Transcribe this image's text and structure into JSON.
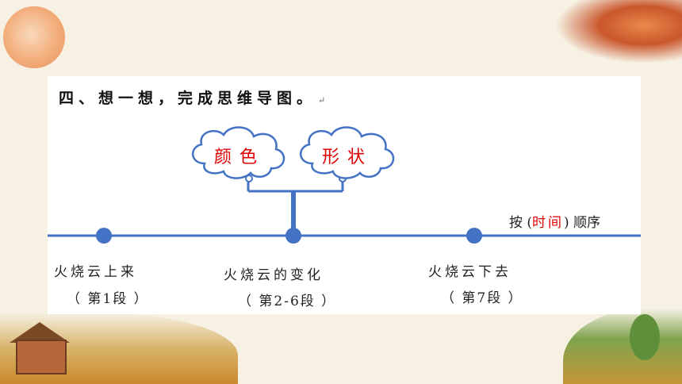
{
  "heading": "四、想一想，完成思维导图。",
  "heading_mark": "↵",
  "clouds": [
    {
      "text": "颜色"
    },
    {
      "text": "形状"
    }
  ],
  "order": {
    "prefix": "按",
    "open": "(",
    "answer": "时间",
    "close": ")",
    "suffix": "顺序"
  },
  "stages": [
    {
      "title": "火烧云上来",
      "segment": "（ 第1段 ）"
    },
    {
      "title": "火烧云的变化",
      "segment": "（ 第2-6段 ）"
    },
    {
      "title": "火烧云下去",
      "segment": "（ 第7段 ）"
    }
  ],
  "colors": {
    "line": "#4472c4",
    "answer": "#e00000",
    "cloud_border": "#4472c4"
  }
}
